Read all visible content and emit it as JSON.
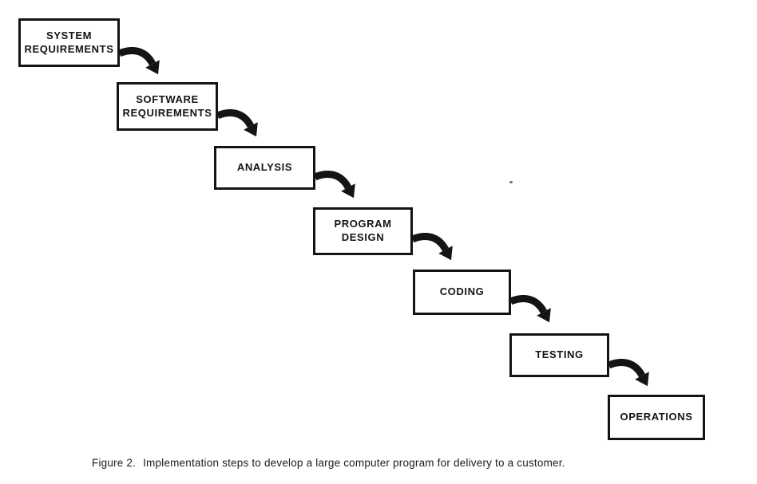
{
  "figure": {
    "caption_label": "Figure 2.",
    "caption_text": "Implementation steps to develop a large computer program for delivery to a customer."
  },
  "diagram": {
    "type": "flowchart",
    "style": "scanned waterfall cascade, boxes stepping down from top-left to bottom-right",
    "ink_color": "#141414",
    "background_color": "#ffffff",
    "phases": [
      {
        "label": "SYSTEM\nREQUIREMENTS"
      },
      {
        "label": "SOFTWARE\nREQUIREMENTS"
      },
      {
        "label": "ANALYSIS"
      },
      {
        "label": "PROGRAM\nDESIGN"
      },
      {
        "label": "CODING"
      },
      {
        "label": "TESTING"
      },
      {
        "label": "OPERATIONS"
      }
    ],
    "connections": [
      {
        "from": "SYSTEM REQUIREMENTS",
        "to": "SOFTWARE REQUIREMENTS",
        "arrow": "thick curved arrow pointing down-right"
      },
      {
        "from": "SOFTWARE REQUIREMENTS",
        "to": "ANALYSIS",
        "arrow": "thick curved arrow pointing down-right"
      },
      {
        "from": "ANALYSIS",
        "to": "PROGRAM DESIGN",
        "arrow": "thick curved arrow pointing down-right"
      },
      {
        "from": "PROGRAM DESIGN",
        "to": "CODING",
        "arrow": "thick curved arrow pointing down-right"
      },
      {
        "from": "CODING",
        "to": "TESTING",
        "arrow": "thick curved arrow pointing down-right"
      },
      {
        "from": "TESTING",
        "to": "OPERATIONS",
        "arrow": "thick curved arrow pointing down-right"
      }
    ]
  }
}
